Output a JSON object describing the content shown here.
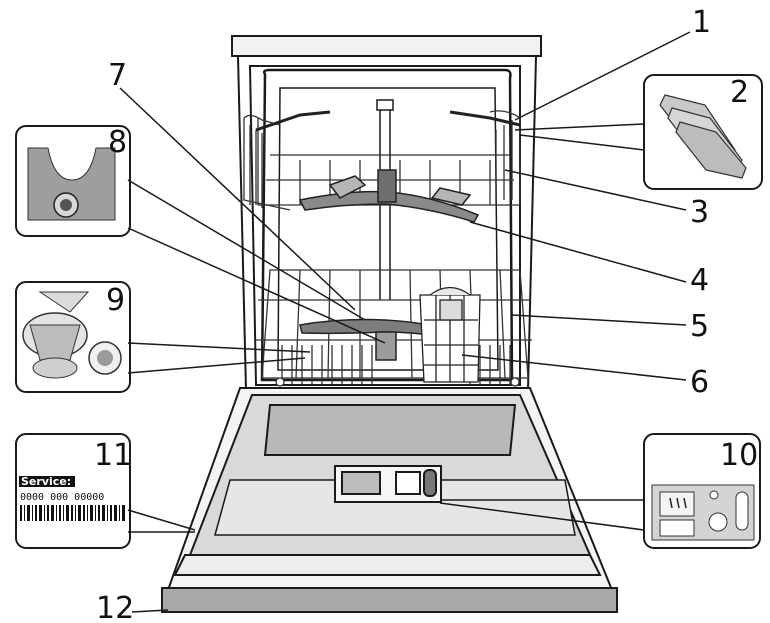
{
  "callouts": [
    {
      "id": "1",
      "label": "1"
    },
    {
      "id": "2",
      "label": "2"
    },
    {
      "id": "3",
      "label": "3"
    },
    {
      "id": "4",
      "label": "4"
    },
    {
      "id": "5",
      "label": "5"
    },
    {
      "id": "6",
      "label": "6"
    },
    {
      "id": "7",
      "label": "7"
    },
    {
      "id": "8",
      "label": "8"
    },
    {
      "id": "9",
      "label": "9"
    },
    {
      "id": "10",
      "label": "10"
    },
    {
      "id": "11",
      "label": "11"
    },
    {
      "id": "12",
      "label": "12"
    }
  ],
  "service_label": {
    "title": "Service:",
    "code": "0000 000 00000"
  },
  "colors": {
    "stroke": "#1a1a1a",
    "panel_fill": "#d9d9d9",
    "panel_dark": "#9a9a9a",
    "rack_line": "#333333",
    "background": "#ffffff"
  }
}
